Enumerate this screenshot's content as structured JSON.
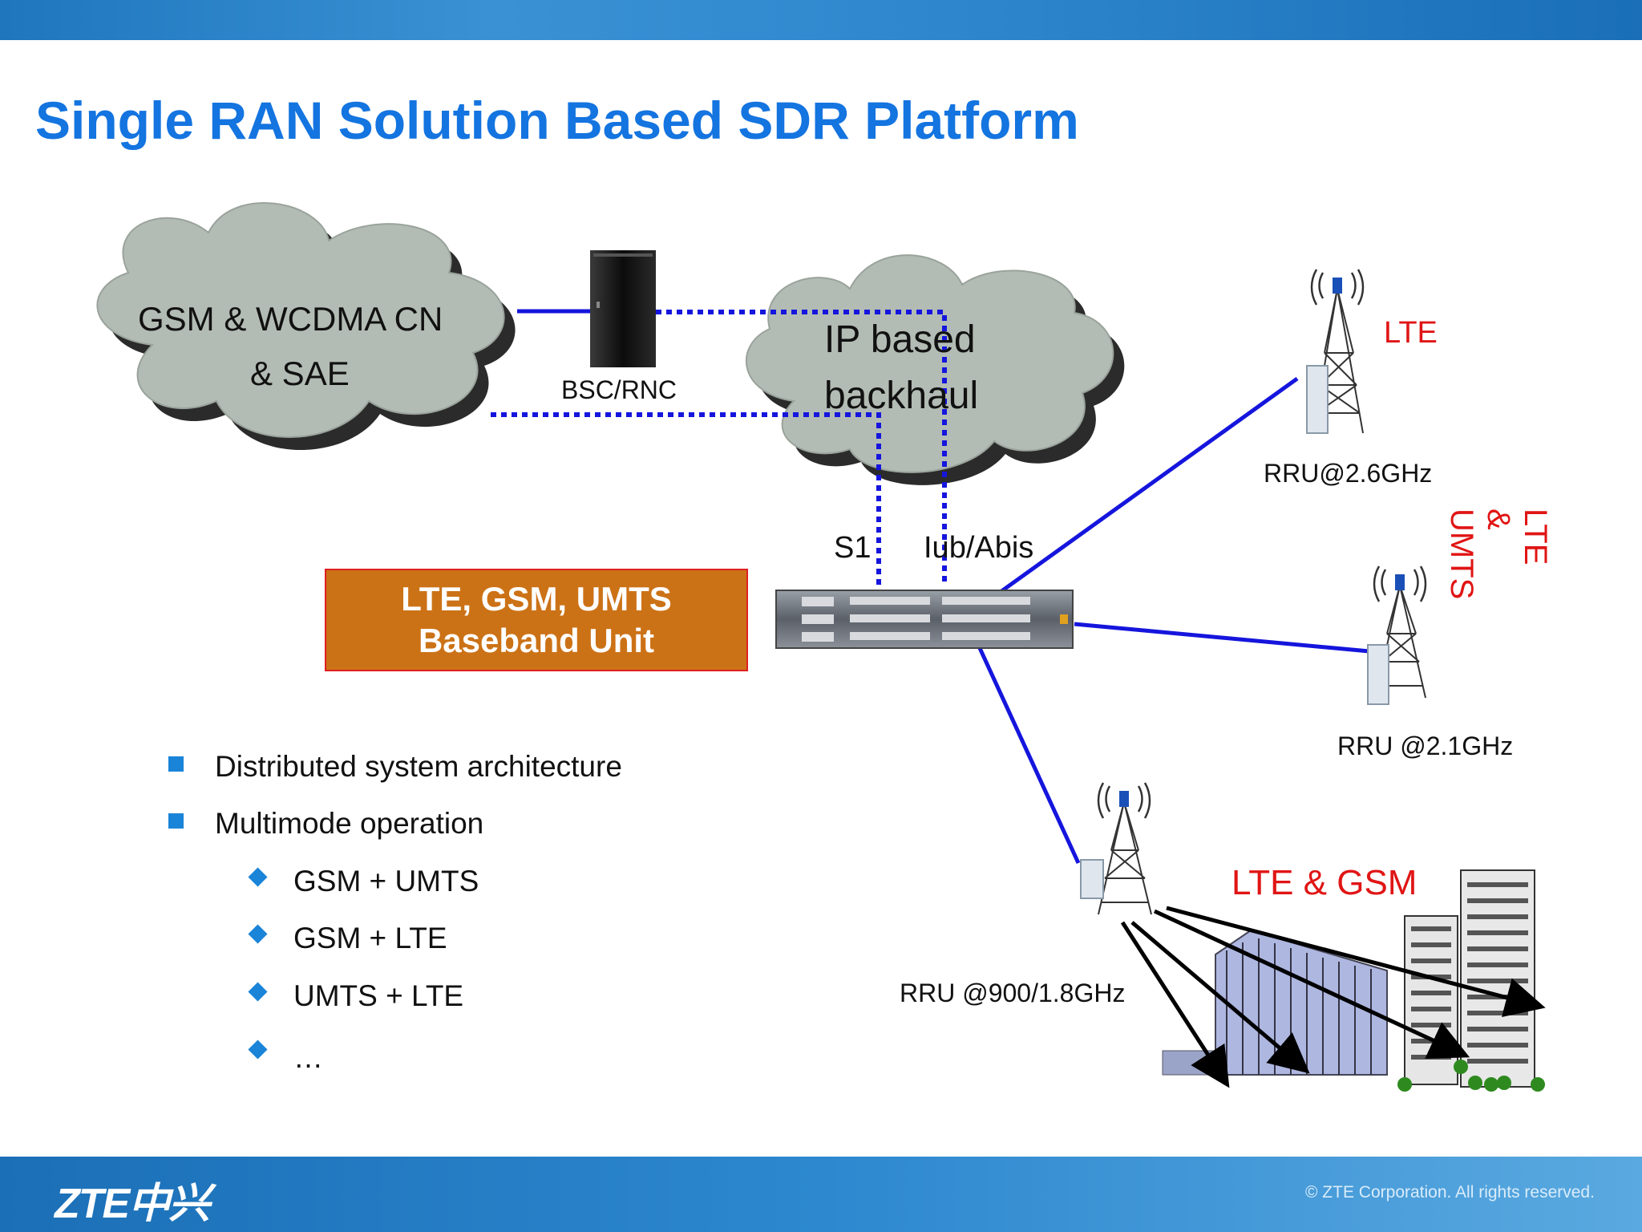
{
  "slide": {
    "title": "Single RAN Solution Based SDR Platform",
    "footer_logo": "ZTE中兴",
    "copyright": "© ZTE Corporation. All rights reserved."
  },
  "diagram": {
    "cn_cloud_line1": "GSM & WCDMA CN",
    "cn_cloud_line2": "& SAE",
    "bsc_label": "BSC/RNC",
    "ip_cloud_line1": "IP based",
    "ip_cloud_line2": "backhaul",
    "s1_label": "S1",
    "iub_label": "Iub/Abis",
    "bbu_line1": "LTE, GSM, UMTS",
    "bbu_line2": "Baseband Unit",
    "lte_label": "LTE",
    "rru1_label": "RRU@2.6GHz",
    "lte_umts_label": "LTE & UMTS",
    "rru2_label": "RRU @2.1GHz",
    "lte_gsm_label": "LTE & GSM",
    "rru3_label": "RRU @900/1.8GHz"
  },
  "bullets": {
    "items": [
      {
        "text": "Distributed system architecture",
        "level": 1
      },
      {
        "text": "Multimode operation",
        "level": 1
      },
      {
        "text": "GSM + UMTS",
        "level": 2
      },
      {
        "text": "GSM + LTE",
        "level": 2
      },
      {
        "text": "UMTS + LTE",
        "level": 2
      },
      {
        "text": "…",
        "level": 2
      }
    ]
  },
  "colors": {
    "title": "#1474e0",
    "accent_red": "#e01515",
    "bbu_fill": "#cc7216",
    "cloud_fill": "#b3bcb4",
    "link_blue": "#1515dd"
  }
}
